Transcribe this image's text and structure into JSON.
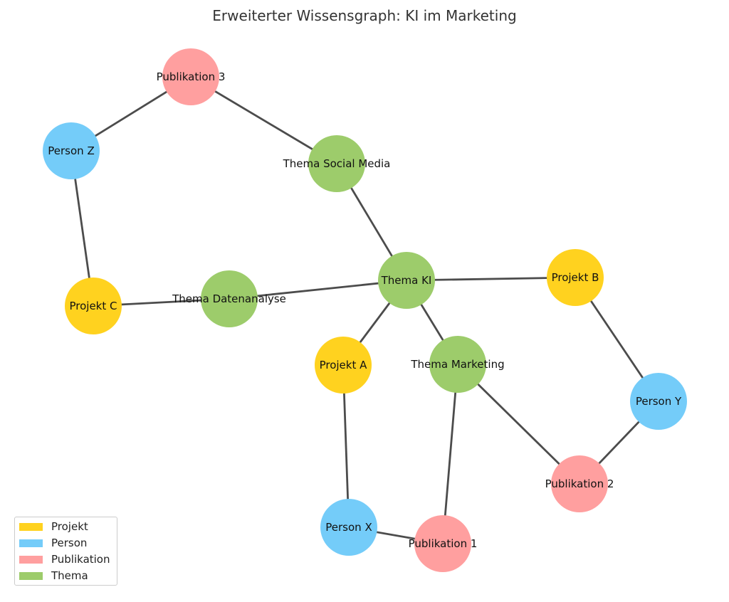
{
  "title": "Erweiterter Wissensgraph: KI im Marketing",
  "categories": {
    "projekt": {
      "label": "Projekt",
      "color": "#FFD21F"
    },
    "person": {
      "label": "Person",
      "color": "#74CCF9"
    },
    "publikation": {
      "label": "Publikation",
      "color": "#FF9F9F"
    },
    "thema": {
      "label": "Thema",
      "color": "#9DCC6B"
    }
  },
  "legend": [
    "projekt",
    "person",
    "publikation",
    "thema"
  ],
  "nodes": [
    {
      "id": "pub3",
      "label": "Publikation 3",
      "category": "publikation"
    },
    {
      "id": "personZ",
      "label": "Person Z",
      "category": "person"
    },
    {
      "id": "themaSM",
      "label": "Thema Social Media",
      "category": "thema"
    },
    {
      "id": "themaKI",
      "label": "Thema KI",
      "category": "thema"
    },
    {
      "id": "projektB",
      "label": "Projekt B",
      "category": "projekt"
    },
    {
      "id": "projektC",
      "label": "Projekt C",
      "category": "projekt"
    },
    {
      "id": "themaDA",
      "label": "Thema Datenanalyse",
      "category": "thema"
    },
    {
      "id": "projektA",
      "label": "Projekt A",
      "category": "projekt"
    },
    {
      "id": "themaM",
      "label": "Thema Marketing",
      "category": "thema"
    },
    {
      "id": "personY",
      "label": "Person Y",
      "category": "person"
    },
    {
      "id": "pub2",
      "label": "Publikation 2",
      "category": "publikation"
    },
    {
      "id": "personX",
      "label": "Person X",
      "category": "person"
    },
    {
      "id": "pub1",
      "label": "Publikation 1",
      "category": "publikation"
    }
  ],
  "edges": [
    [
      "pub3",
      "personZ"
    ],
    [
      "pub3",
      "themaSM"
    ],
    [
      "personZ",
      "projektC"
    ],
    [
      "themaSM",
      "themaKI"
    ],
    [
      "projektC",
      "themaDA"
    ],
    [
      "themaDA",
      "themaKI"
    ],
    [
      "themaKI",
      "projektB"
    ],
    [
      "themaKI",
      "projektA"
    ],
    [
      "themaKI",
      "themaM"
    ],
    [
      "projektB",
      "personY"
    ],
    [
      "personY",
      "pub2"
    ],
    [
      "themaM",
      "pub2"
    ],
    [
      "themaM",
      "pub1"
    ],
    [
      "projektA",
      "personX"
    ],
    [
      "personX",
      "pub1"
    ]
  ]
}
